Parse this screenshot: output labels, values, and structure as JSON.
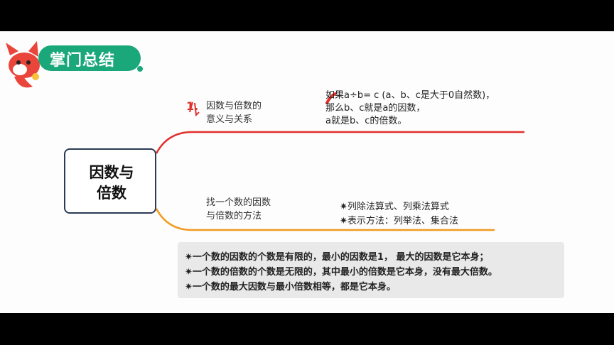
{
  "title": "掌门总结",
  "center_topic": [
    "因数与",
    "倍数"
  ],
  "branch1": {
    "marker": "1.",
    "label": [
      "因数与倍数的",
      "意义与关系"
    ],
    "notes": [
      "如果a÷b=  c (a、b、c是大于0自然数)，",
      "那么b、c就是a的因数，",
      "a就是b、c的倍数。"
    ]
  },
  "branch2": {
    "label": [
      "找一个数的因数",
      "与倍数的方法"
    ],
    "notes": [
      "✷列除法算式、列乘法算式",
      "✷表示方法：列举法、集合法"
    ]
  },
  "summary": [
    "✷一个数的因数的个数是有限的，最小的因数是1， 最大的因数是它本身；",
    "✷一个数的倍数的个数是无限的，其中最小的倍数是它本身，没有最大倍数。",
    "✷一个数的最大因数与最小倍数相等，都是它本身。"
  ],
  "colors": {
    "title_bg": "#1aa779",
    "branch_top": "#e0302c",
    "branch_bottom": "#f39a1e",
    "pen_red": "#e0302c",
    "box_border": "#2b3a55",
    "summary_bg": "#e9e9e9"
  }
}
